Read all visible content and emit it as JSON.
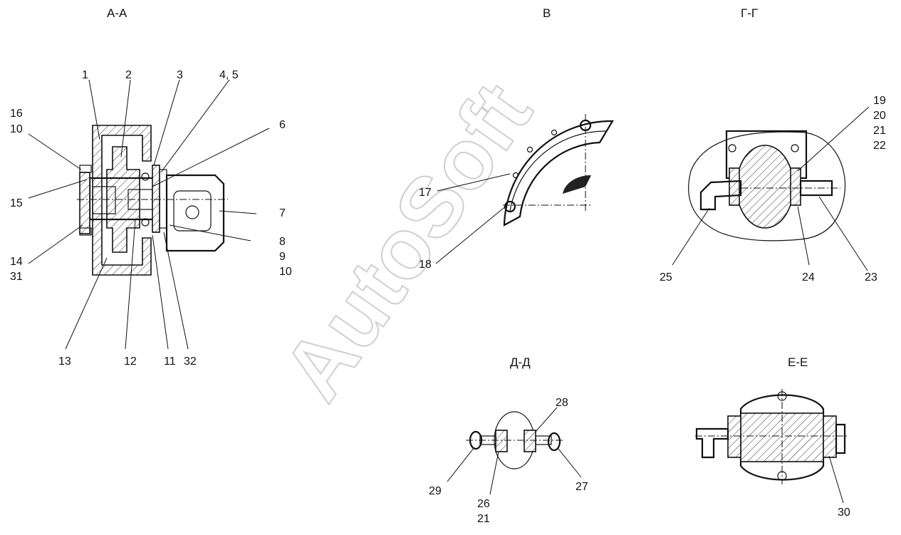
{
  "watermark": "AutoSoft",
  "views": {
    "aa": {
      "title": "А-А",
      "labels": [
        "1",
        "2",
        "3",
        "4, 5",
        "6",
        "7",
        "8",
        "9",
        "10",
        "11",
        "12",
        "13",
        "14",
        "31",
        "15",
        "16",
        "10",
        "32"
      ]
    },
    "v": {
      "title": "В",
      "labels": [
        "17",
        "18"
      ]
    },
    "gg": {
      "title": "Г-Г",
      "labels": [
        "19",
        "20",
        "21",
        "22",
        "23",
        "24",
        "25"
      ]
    },
    "dd": {
      "title": "Д-Д",
      "labels": [
        "26",
        "21",
        "27",
        "28",
        "29"
      ]
    },
    "ee": {
      "title": "Е-Е",
      "labels": [
        "30"
      ]
    }
  }
}
